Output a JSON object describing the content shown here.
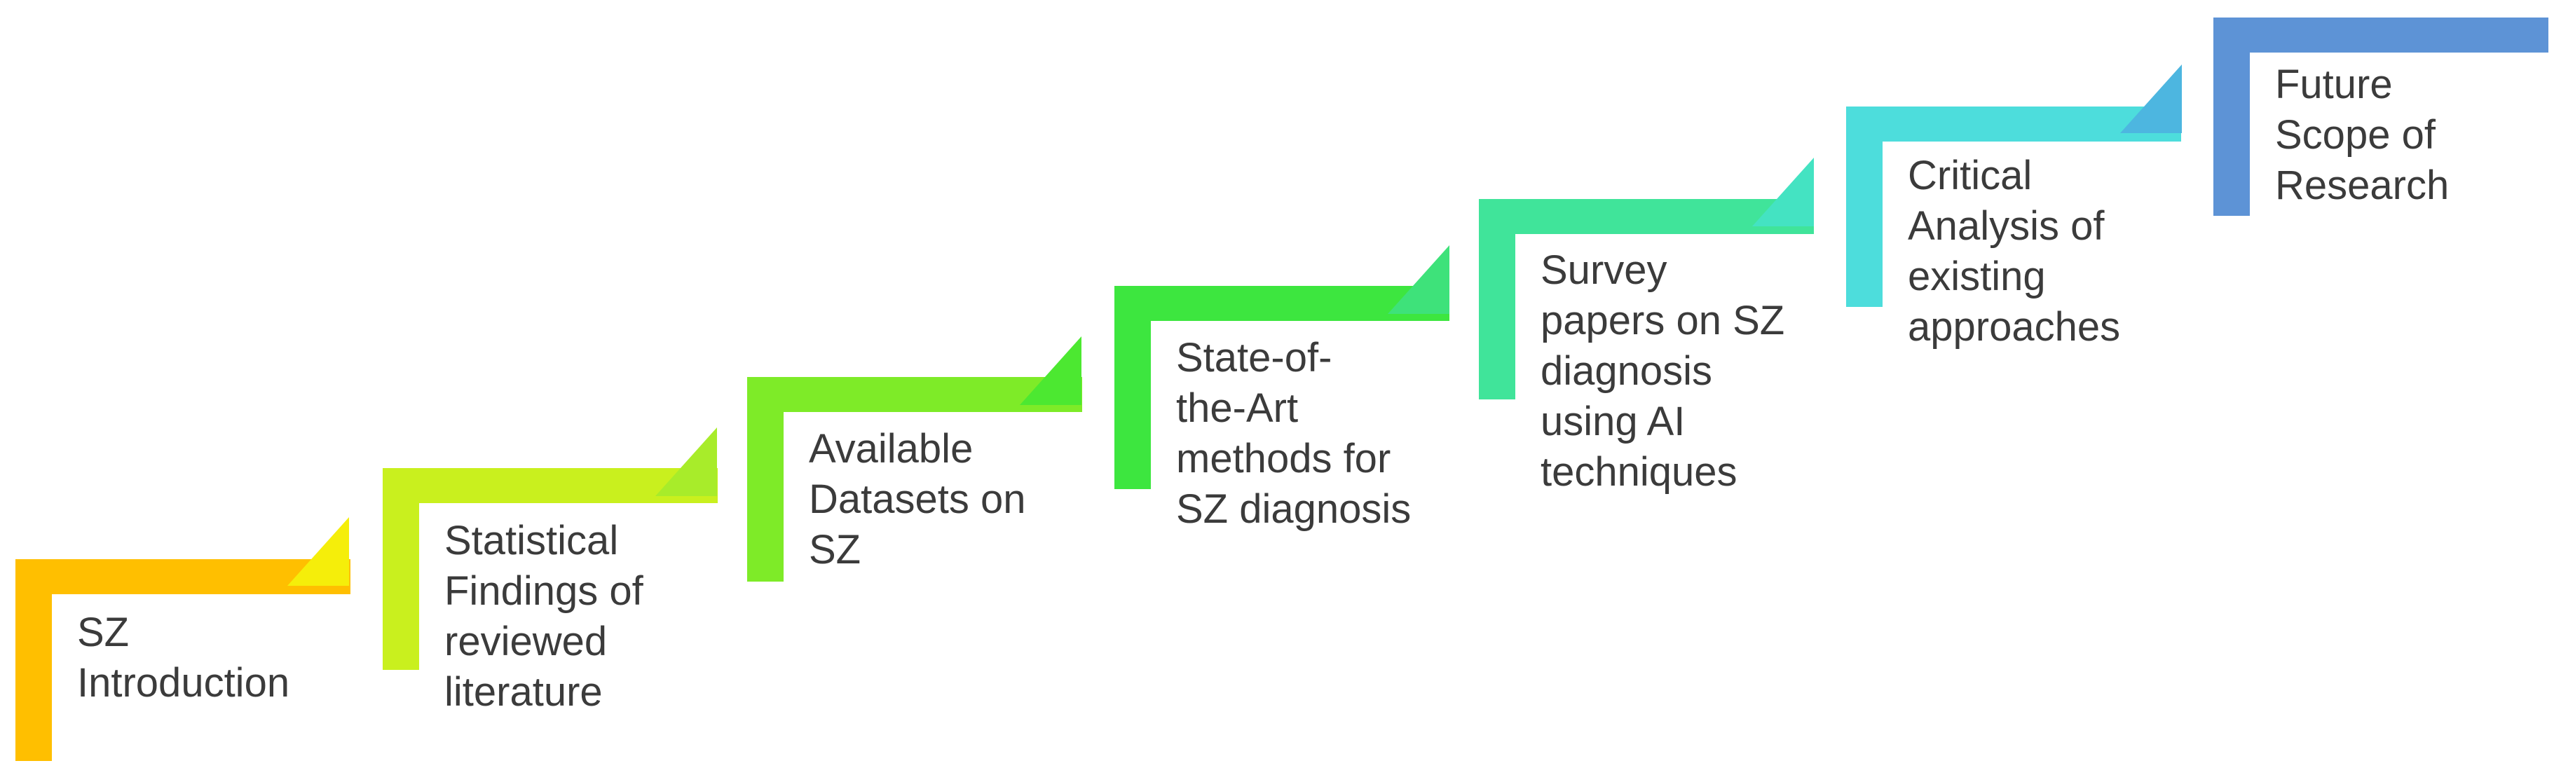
{
  "steps": [
    {
      "lines": [
        "SZ",
        "Introduction"
      ],
      "color": "#FFBF00",
      "tip_color": "#F5EE0A"
    },
    {
      "lines": [
        "Statistical",
        "Findings of",
        "reviewed",
        "literature"
      ],
      "color": "#C9F01E",
      "tip_color": "#A8EC2A"
    },
    {
      "lines": [
        "Available",
        "Datasets on",
        "SZ"
      ],
      "color": "#7EEB28",
      "tip_color": "#4CE831"
    },
    {
      "lines": [
        "State-of-",
        "the-Art",
        "methods for",
        "SZ diagnosis"
      ],
      "color": "#3DE63F",
      "tip_color": "#3EE27A"
    },
    {
      "lines": [
        "Survey",
        "papers on SZ",
        "diagnosis",
        "using AI",
        "techniques"
      ],
      "color": "#40E49A",
      "tip_color": "#44E3C2"
    },
    {
      "lines": [
        "Critical",
        "Analysis of",
        "existing",
        "approaches"
      ],
      "color": "#4DDDDC",
      "tip_color": "#4DB6E0"
    },
    {
      "lines": [
        "Future",
        "Scope of",
        "Research"
      ],
      "color": "#5D93D6",
      "tip_color": ""
    }
  ]
}
